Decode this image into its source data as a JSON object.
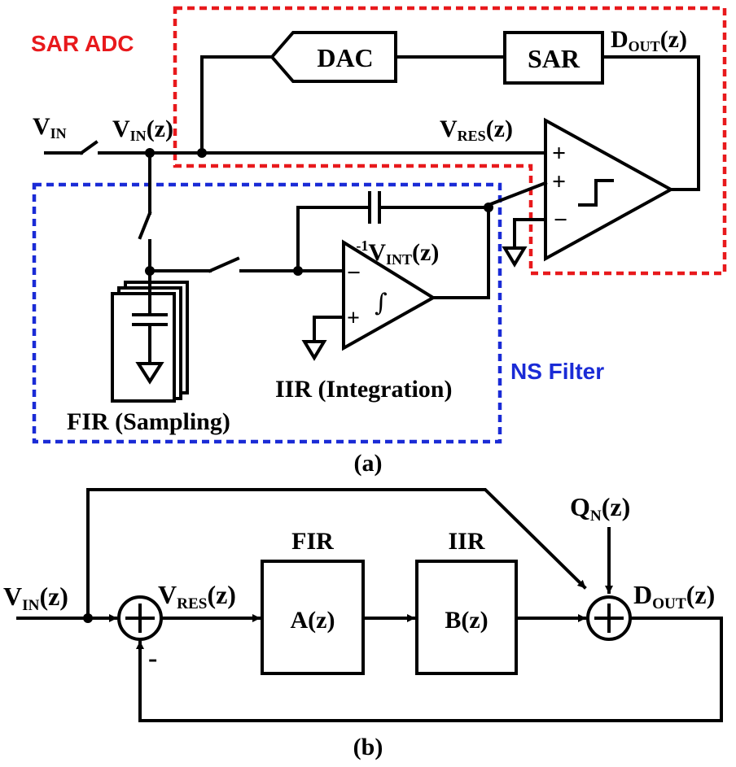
{
  "panel_a": {
    "caption": "(a)",
    "sar_adc_label": "SAR ADC",
    "sar_adc_color": "#e8191c",
    "ns_filter_label": "NS Filter",
    "ns_filter_color": "#1a2bd6",
    "dac_label": "DAC",
    "sar_label": "SAR",
    "dout": {
      "main": "D",
      "sub": "OUT",
      "tail": "(z)"
    },
    "vin": {
      "main": "V",
      "sub": "IN",
      "tail": ""
    },
    "vin_z": {
      "main": "V",
      "sub": "IN",
      "tail": "(z)"
    },
    "vres_z": {
      "main": "V",
      "sub": "RES",
      "tail": "(z)"
    },
    "vint": {
      "pre": "z",
      "sup": "-1",
      "main": "V",
      "sub": "INT",
      "tail": "(z)"
    },
    "comparator_signs": {
      "plus1": "+",
      "plus2": "+",
      "minus": "−"
    },
    "integrator_signs": {
      "minus": "−",
      "plus": "+"
    },
    "integrator_symbol": "∫",
    "iir_label": "IIR (Integration)",
    "fir_label": "FIR (Sampling)"
  },
  "panel_b": {
    "caption": "(b)",
    "vin_z": {
      "main": "V",
      "sub": "IN",
      "tail": "(z)"
    },
    "vres_z": {
      "main": "V",
      "sub": "RES",
      "tail": "(z)"
    },
    "dout_z": {
      "main": "D",
      "sub": "OUT",
      "tail": "(z)"
    },
    "qn_z": {
      "main": "Q",
      "sub": "N",
      "tail": "(z)"
    },
    "fir_title": "FIR",
    "fir_block": "A(z)",
    "iir_title": "IIR",
    "iir_block": "B(z)",
    "feedback_sign": "-"
  }
}
